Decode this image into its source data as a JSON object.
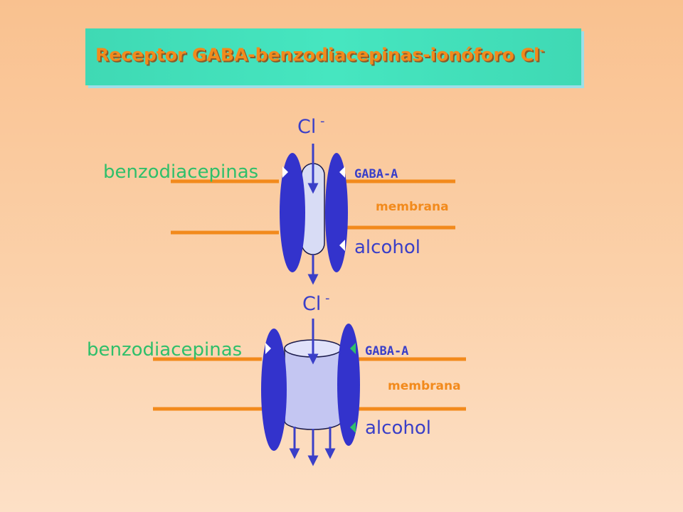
{
  "title": {
    "text": "Receptor GABA-benzodiacepinas-ionóforo Cl",
    "superscript": "-"
  },
  "colors": {
    "membrane": "#f28a1c",
    "subunit": "#3333cc",
    "channel": "#d8dcf5",
    "label_green": "#2fbf6a",
    "label_blue": "#3a3fc8"
  },
  "states": [
    {
      "ion": {
        "symbol": "Cl",
        "charge": "-"
      },
      "labels": {
        "benzo": "benzodiacepinas",
        "gaba": "GABA-A",
        "membrane": "membrana",
        "alcohol": "alcohol"
      }
    },
    {
      "ion": {
        "symbol": "Cl",
        "charge": "-"
      },
      "labels": {
        "benzo": "benzodiacepinas",
        "gaba": "GABA-A",
        "membrane": "membrana",
        "alcohol": "alcohol"
      }
    }
  ]
}
